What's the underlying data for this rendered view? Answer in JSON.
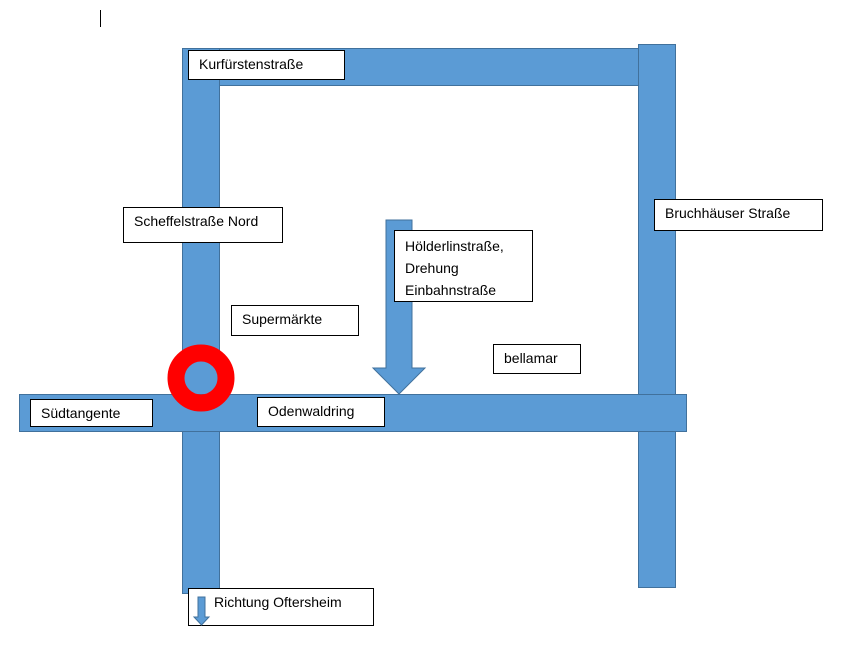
{
  "colors": {
    "road_fill": "#5b9bd5",
    "road_border": "#41719c",
    "roundabout": "#ff0000",
    "label_border": "#000000"
  },
  "labels": {
    "kurfuerstenstrasse": "Kurfürstenstraße",
    "scheffelstrasse_nord": "Scheffelstraße Nord",
    "bruchhaeuser_strasse": "Bruchhäuser Straße",
    "hoelderlinstrasse": "Hölderlinstraße,",
    "drehung": "Drehung",
    "einbahnstrasse": "Einbahnstraße",
    "supermaerkte": "Supermärkte",
    "bellamar": "bellamar",
    "suedtangente": "Südtangente",
    "odenwaldring": "Odenwaldring",
    "richtung_oftersheim": "Richtung Oftersheim"
  },
  "icons": {
    "roundabout": "roundabout-icon",
    "one_way_arrow": "one-way-arrow-icon",
    "direction_arrow": "down-arrow-icon"
  }
}
